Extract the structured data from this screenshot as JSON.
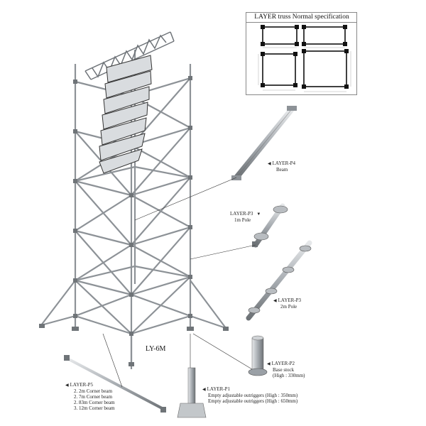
{
  "spec": {
    "title": "LAYER truss Normal specification"
  },
  "tower_label": "LY-6M",
  "parts": {
    "p4": {
      "code": "LAYER-P4",
      "name": "Beam"
    },
    "p3_1m": {
      "code": "LAYER-P3",
      "name": "1m  Pole"
    },
    "p3_2m": {
      "code": "LAYER-P3",
      "name": "2m  Pole"
    },
    "p2": {
      "code": "LAYER-P2",
      "name": "Base stock",
      "note": "(High : 330mm)"
    },
    "p1": {
      "code": "LAYER-P1",
      "line1": "Empty adjustable outriggers (High : 350mm)",
      "line2": "Empty adjustable outriggers (High : 650mm)"
    },
    "p5": {
      "code": "LAYER-P5",
      "items": [
        "2.  2m  Corner beam",
        "2.  7m  Corner beam",
        "2.  83m  Corner beam",
        "3.  12m  Corner beam"
      ]
    }
  },
  "colors": {
    "metal": "#9aa0a6",
    "metal_dark": "#5f6468",
    "line": "#444444"
  }
}
